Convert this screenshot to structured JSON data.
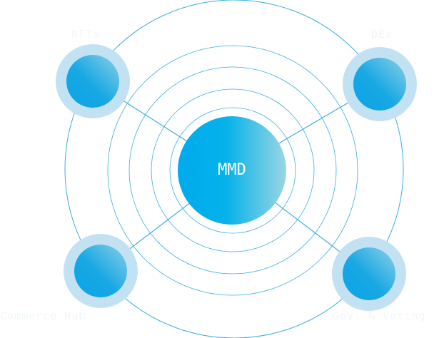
{
  "center": {
    "label": "MMD"
  },
  "nodes": {
    "nfts": {
      "label": "NFTs"
    },
    "dex": {
      "label": "DEx"
    },
    "commerce": {
      "label": "Commerce Hub"
    },
    "gov": {
      "label": "Gov. & Voting"
    }
  },
  "colors": {
    "line": "#3aaee0",
    "halo": "#c2e2f4",
    "node_dark": "#0aa3e6",
    "node_light": "#8ccfe6",
    "center_left": "#00aaee",
    "center_right": "#9ad6e2",
    "label": "#f2f6f8"
  }
}
